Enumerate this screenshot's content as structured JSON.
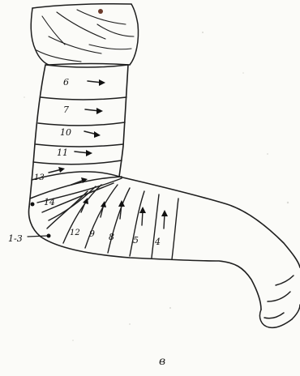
{
  "figure": {
    "caption": "в",
    "labels": {
      "t6": "6",
      "t7": "7",
      "t10": "10",
      "t11": "11",
      "t13": "13",
      "t14": "14",
      "t1_3": "1-3",
      "t12": "12",
      "t9": "9",
      "t8": "8",
      "t5": "5",
      "t4": "4"
    }
  }
}
